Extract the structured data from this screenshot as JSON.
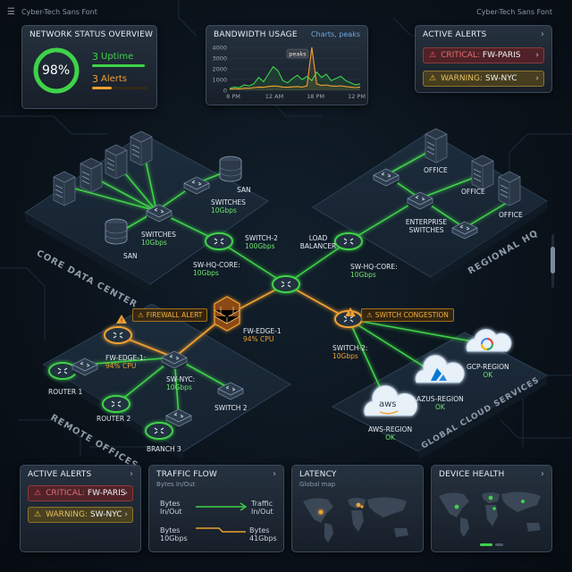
{
  "topbar": {
    "left_title": "Cyber-Tech Sans Font",
    "right_title": "Cyber-Tech Sans Font",
    "menu_icon": "hamburger-menu-icon"
  },
  "network_status": {
    "title": "NETWORK STATUS OVERVIEW",
    "percent": "98%",
    "percent_value": 98,
    "uptime_count": "3",
    "uptime_label": "Uptime",
    "alerts_count": "3",
    "alerts_label": "Alerts",
    "uptime_fill": 0.95,
    "alerts_fill": 0.35
  },
  "bandwidth": {
    "title": "BANDWIDTH USAGE",
    "legend": "Charts, peaks",
    "peak_label": "peaks"
  },
  "alerts_top": {
    "title": "ACTIVE ALERTS",
    "critical_label": "CRITICAL:",
    "critical_value": "FW-PARIS",
    "warning_label": "WARNING:",
    "warning_value": "SW-NYC"
  },
  "alerts_bottom": {
    "title": "ACTIVE ALERTS",
    "critical_label": "CRITICAL:",
    "critical_value": "FW-PARIS",
    "warning_label": "WARNING:",
    "warning_value": "SW-NYC"
  },
  "traffic": {
    "title": "TRAFFIC FLOW",
    "subtitle": "Bytes In/Out",
    "left1": "Bytes In/Out",
    "right1": "Traffic In/Out",
    "left2": "Bytes 10Gbps",
    "right2": "Bytes 41Gbps"
  },
  "latency": {
    "title": "LATENCY",
    "subtitle": "Global map"
  },
  "device_health": {
    "title": "DEVICE HEALTH"
  },
  "zones": {
    "core": "CORE DATA CENTER",
    "hq": "REGIONAL HQ",
    "remote": "REMOTE OFFICES",
    "cloud": "GLOBAL CLOUD SERVICES"
  },
  "labels": {
    "san1": "SAN",
    "switches1": "SWITCHES",
    "switches1_speed": "10Gbps",
    "switches2": "SWITCHES",
    "switches2_speed": "10Gbps",
    "san2": "SAN",
    "switch2": "SWITCH-2",
    "switch2_speed": "100Gbps",
    "load_balancer": "LOAD BALANCER",
    "swhq_left": "SW-HQ-CORE:",
    "swhq_left_speed": "10Gbps",
    "swhq_right": "SW-HQ-CORE:",
    "swhq_right_speed": "10Gbps",
    "office1": "OFFICE",
    "office2": "OFFICE",
    "office3": "OFFICE",
    "enterprise": "ENTERPRISE SWITCHES",
    "fw_alert": "FIREWALL ALERT",
    "sw_congestion": "SWITCH CONGESTION",
    "fw_edge1": "FW-EDGE-1",
    "fw_edge1_cpu": "94% CPU",
    "fw_edge1b": "FW-EDGE-1:",
    "fw_edge1b_cpu": "94% CPU",
    "sw_nyc": "SW-NYC:",
    "sw_nyc_speed": "10Gbps",
    "switch2b": "SWITCH-2:",
    "switch2b_speed": "10Gbps",
    "router1": "ROUTER 1",
    "router2": "ROUTER 2",
    "switch_2": "SWITCH 2",
    "branch3": "BRANCH 3",
    "gcp": "GCP-REGION",
    "gcp_status": "OK",
    "azure": "AZUS-REGION",
    "azure_status": "OK",
    "aws": "AWS-REGION",
    "aws_status": "OK",
    "aws_logo": "aws"
  },
  "chart_data": {
    "type": "line",
    "title": "BANDWIDTH USAGE",
    "xlabel": "",
    "ylabel": "",
    "x_ticks": [
      "8 PM",
      "12 AM",
      "18 PM",
      "12 PM"
    ],
    "y_ticks": [
      0,
      1000,
      2000,
      3000,
      4000
    ],
    "ylim": [
      0,
      4000
    ],
    "series": [
      {
        "name": "Charts",
        "color": "#3fd24a",
        "values": [
          200,
          300,
          250,
          500,
          400,
          600,
          1200,
          800,
          1500,
          2200,
          1800,
          900,
          700,
          1100,
          1400,
          1000,
          1300,
          900,
          1700,
          1200,
          1500,
          900,
          1100,
          1300,
          900,
          700,
          500,
          600
        ]
      },
      {
        "name": "peaks",
        "color": "#f0a030",
        "values": [
          100,
          150,
          120,
          200,
          180,
          250,
          300,
          280,
          350,
          400,
          380,
          300,
          280,
          320,
          350,
          300,
          420,
          4000,
          600,
          450,
          500,
          400,
          380,
          420,
          350,
          300,
          250,
          300
        ]
      }
    ],
    "grid": true
  },
  "colors": {
    "green": "#3fd24a",
    "orange": "#f0a030",
    "panel_bg": "#1e2834"
  }
}
